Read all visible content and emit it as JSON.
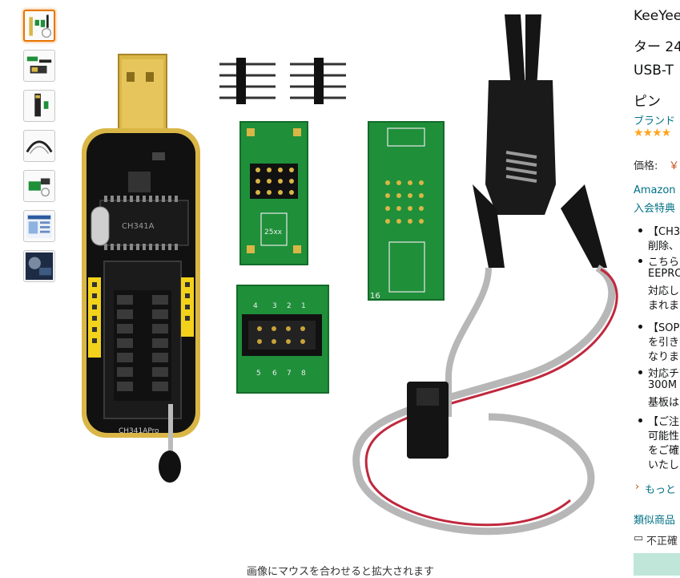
{
  "thumbnails": [
    {
      "name": "thumb-1",
      "selected": true
    },
    {
      "name": "thumb-2",
      "selected": false
    },
    {
      "name": "thumb-3",
      "selected": false
    },
    {
      "name": "thumb-4",
      "selected": false
    },
    {
      "name": "thumb-5",
      "selected": false
    },
    {
      "name": "thumb-6",
      "selected": false
    },
    {
      "name": "thumb-7",
      "selected": false
    }
  ],
  "main_image": {
    "hover_hint": "画像にマウスを合わせると拡大されます",
    "labels": {
      "sop_small": "25xx",
      "sop_big": "16",
      "chip": "CH341A",
      "programmer": "CH341APro",
      "pins_left": [
        "4",
        "3",
        "2",
        "1"
      ],
      "pins_right": [
        "5",
        "6",
        "7",
        "8"
      ]
    }
  },
  "product": {
    "title_lines": [
      "KeeYees",
      "ター 24",
      "USB-T",
      "ピン"
    ],
    "brand": "ブランド",
    "stars": "★★★★",
    "price_label": "価格:",
    "price_symbol": "￥",
    "amazon_line1": "Amazon",
    "amazon_line2": "入会特典",
    "bullets": [
      {
        "lines": [
          "【CH3",
          "削除、"
        ]
      },
      {
        "lines": [
          "こちら",
          "EEPRO",
          "対応し",
          "まれま"
        ]
      },
      {
        "lines": [
          "【SOP",
          "を引き",
          "なりま"
        ]
      },
      {
        "lines": [
          "対応チ",
          "300M",
          "基板は"
        ]
      },
      {
        "lines": [
          "【ご注",
          "可能性",
          "をご確",
          "いたし"
        ]
      }
    ],
    "more_link": "もっと",
    "similar": "類似商品",
    "report": "不正確"
  },
  "colors": {
    "pcb_green": "#1f8f3a",
    "programmer_gold": "#d9b646",
    "accent_orange": "#e77600",
    "link_teal": "#007185"
  }
}
